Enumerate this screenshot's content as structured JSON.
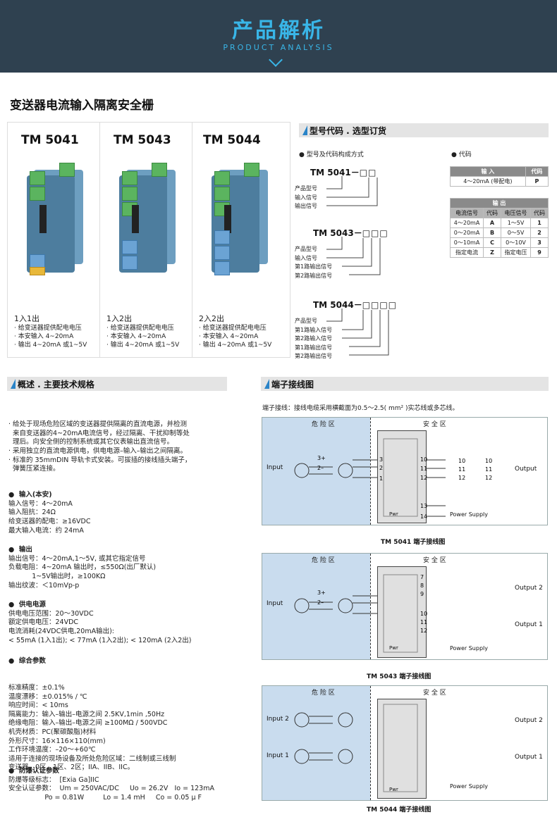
{
  "banner": {
    "title": "产品解析",
    "subtitle": "PRODUCT ANALYSIS"
  },
  "main_title": "变送器电流输入隔离安全栅",
  "products": [
    {
      "name": "TM 5041",
      "type": "1入1出",
      "lines": [
        "· 给变送器提供配电电压",
        "· 本安输入 4~20mA",
        "· 输出 4~20mA 或1~5V"
      ]
    },
    {
      "name": "TM 5043",
      "type": "1入2出",
      "lines": [
        "· 给变送器提供配电电压",
        "· 本安输入 4~20mA",
        "· 输出 4~20mA 或1~5V"
      ]
    },
    {
      "name": "TM 5044",
      "type": "2入2出",
      "lines": [
        "· 给变送器提供配电电压",
        "· 本安输入 4~20mA",
        "· 输出 4~20mA 或1~5V"
      ]
    }
  ],
  "order": {
    "title": "型号代码 . 选型订货",
    "left_head": "● 型号及代码构成方式",
    "right_head": "● 代码",
    "m1": {
      "model": "TM 5041－",
      "boxes": "□□",
      "labels": [
        "产品型号",
        "输入信号",
        "输出信号"
      ]
    },
    "m2": {
      "model": "TM 5043－",
      "boxes": "□□□",
      "labels": [
        "产品型号",
        "输入信号",
        "第1路输出信号",
        "第2路输出信号"
      ]
    },
    "m3": {
      "model": "TM 5044－",
      "boxes": "□□□□",
      "labels": [
        "产品型号",
        "第1路输入信号",
        "第2路输入信号",
        "第1路输出信号",
        "第2路输出信号"
      ]
    },
    "input_table": {
      "h1": "输 入",
      "h2": "代码",
      "row": [
        "4～20mA (带配电)",
        "P"
      ]
    },
    "output_table": {
      "title": "输 出",
      "heads": [
        "电流信号",
        "代码",
        "电压信号",
        "代码"
      ],
      "rows": [
        [
          "4～20mA",
          "A",
          "1～5V",
          "1"
        ],
        [
          "0～20mA",
          "B",
          "0～5V",
          "2"
        ],
        [
          "0～10mA",
          "C",
          "0～10V",
          "3"
        ],
        [
          "指定电流",
          "Z",
          "指定电压",
          "9"
        ]
      ]
    }
  },
  "overview": {
    "title": "概述 . 主要技术规格",
    "intro": [
      "· 给处于现场危险区域的变送器提供隔离的直流电源，并检测",
      "  来自变送器的4~20mA电流信号，经过隔离、干扰抑制等处",
      "  理后。向安全侧的控制系统或其它仪表输出直流信号。",
      "· 采用独立的直流电源供电，供电电源–输入–输出之间隔离。",
      "· 标准的 35mmDIN 导轨卡式安装。可拔插的接线插头端子，",
      "  弹簧压紧连接。"
    ],
    "s1": {
      "h": "●  输入(本安)",
      "l": [
        "输入信号：4～20mA",
        "输入阻抗：24Ω",
        "给变送器的配电：≥16VDC",
        "最大输入电流：约 24mA"
      ]
    },
    "s2": {
      "h": "●  输出",
      "l": [
        "输出信号：4～20mA,1～5V, 或其它指定信号",
        "负载电阻：4~20mA 输出时，≤550Ω(出厂默认)",
        "           1~5V输出时，≥100KΩ",
        "输出纹波：＜10mVp-p"
      ]
    },
    "s3": {
      "h": "●  供电电源",
      "l": [
        "供电电压范围：20～30VDC",
        "额定供电电压：24VDC",
        "电流消耗(24VDC供电,20mA输出):",
        "< 55mA (1入1出); < 77mA (1入2出); < 120mA (2入2出)"
      ]
    },
    "s4": {
      "h": "●  综合参数",
      "l": [
        "标准精度：±0.1%",
        "温度漂移：±0.015% / ℃",
        "响应时间：< 10ms",
        "隔离能力：输入–输出–电源之间 2.5KV,1min ,50Hz",
        "绝缘电阻：输入–输出–电源之间 ≥100MΩ / 500VDC",
        "机壳材质：PC(聚碳酸脂)材料",
        "外形尺寸：16×116×110(mm)",
        "工作环境温度：–20～+60℃",
        "适用于连接的现场设备及所处危险区域：二线制或三线制",
        "变送器。0区、1区、2区；IIA、IIB、IIC。"
      ]
    },
    "s5": {
      "h": "●  防爆认证参数",
      "l": [
        "防爆等级标志：  [Exia Ga]IIC",
        "安全认证参数：  Um = 250VAC/DC     Uo = 26.2V   Io = 123mA",
        "                 Po = 0.81W         Lo = 1.4 mH     Co = 0.05 μ F"
      ]
    }
  },
  "wiring": {
    "title": "端子接线图",
    "note": "端子接线：接线电缆采用横截面为0.5～2.5( mm² )实芯线或多芯线。",
    "hz": "危 险 区",
    "sz": "安 全 区",
    "pwr": "Pwr",
    "ps": "Power Supply",
    "d1": {
      "caption": "TM 5041  端子接线图",
      "in": "Input",
      "out": "Output"
    },
    "d2": {
      "caption": "TM 5043  端子接线图",
      "in": "Input",
      "out1": "Output 2",
      "out2": "Output 1"
    },
    "d3": {
      "caption": "TM 5044 端子接线图",
      "in1": "Input 2",
      "in2": "Input 1",
      "out1": "Output 2",
      "out2": "Output 1"
    }
  },
  "colors": {
    "banner": "#2f4150",
    "accent": "#39b6e8",
    "bar": "#2a84c8",
    "hazard": "#c9dcee"
  }
}
